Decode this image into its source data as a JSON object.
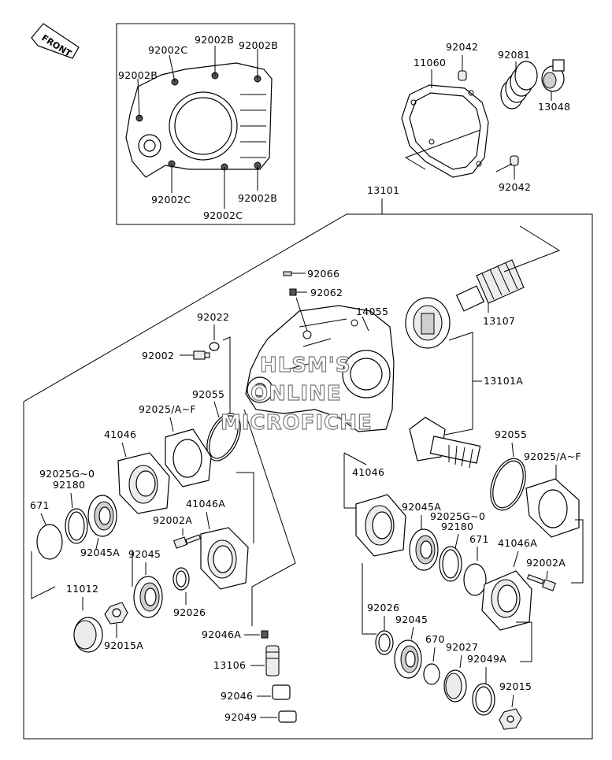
{
  "front_label": "FRONT",
  "labels": {
    "p92002C_a": "92002C",
    "p92002B_a": "92002B",
    "p92002B_b": "92002B",
    "p92002B_c": "92002B",
    "p92002C_b": "92002C",
    "p92002C_c": "92002C",
    "p92002B_d": "92002B",
    "p92042_a": "92042",
    "p11060": "11060",
    "p92081": "92081",
    "p13048": "13048",
    "p92042_b": "92042",
    "p13101": "13101",
    "p92066": "92066",
    "p92062": "92062",
    "p14055": "14055",
    "p92022": "92022",
    "p92002": "92002",
    "p13107": "13107",
    "p13101A": "13101A",
    "p92055_l": "92055",
    "p92025AF_l": "92025/A~F",
    "p41046_l": "41046",
    "p92025G0_l": "92025G~0",
    "p92180_l": "92180",
    "p671_l": "671",
    "p41046A_l": "41046A",
    "p92002A_l": "92002A",
    "p92045A_l": "92045A",
    "p92045_l": "92045",
    "p11012": "11012",
    "p92026_l": "92026",
    "p92015A": "92015A",
    "p92046A": "92046A",
    "p13106": "13106",
    "p92046": "92046",
    "p92049": "92049",
    "p92055_r": "92055",
    "p92025AF_r": "92025/A~F",
    "p41046_r": "41046",
    "p92045A_r": "92045A",
    "p92025G0_r": "92025G~0",
    "p92180_r": "92180",
    "p671_r": "671",
    "p41046A_r": "41046A",
    "p92002A_r": "92002A",
    "p92026_r": "92026",
    "p92045_r": "92045",
    "p670": "670",
    "p92027": "92027",
    "p92049A": "92049A",
    "p92015": "92015"
  },
  "watermark": [
    "HLSM'S",
    "ONLINE",
    "MICROFICHE"
  ]
}
